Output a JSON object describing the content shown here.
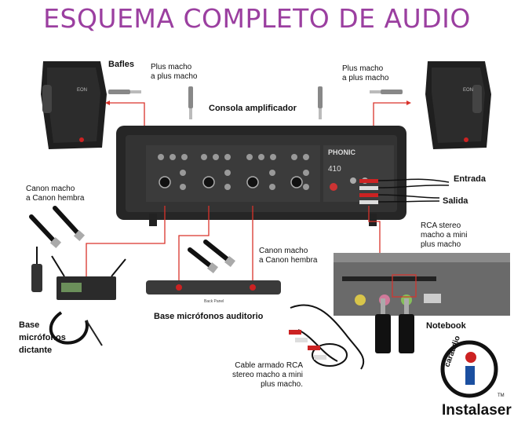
{
  "title": "ESQUEMA COMPLETO DE AUDIO",
  "labels": {
    "bafles": "Bafles",
    "plus_left_1": "Plus macho",
    "plus_left_2": "a plus macho",
    "plus_right_1": "Plus macho",
    "plus_right_2": "a plus macho",
    "consola": "Consola amplificador",
    "entrada": "Entrada",
    "salida": "Salida",
    "canon_left_1": "Canon macho",
    "canon_left_2": "a Canon hembra",
    "canon_mid_1": "Canon macho",
    "canon_mid_2": "a Canon hembra",
    "rca_1": "RCA stereo",
    "rca_2": "macho a mini",
    "rca_3": "plus macho",
    "base_dict_1": "Base",
    "base_dict_2": "micrófonos",
    "base_dict_3": "dictante",
    "base_auditorio": "Base micrófonos auditorio",
    "notebook": "Notebook",
    "cable_1": "Cable armado RCA",
    "cable_2": "stereo macho a mini",
    "cable_3": "plus macho.",
    "speaker_brand": "EON",
    "mixer_brand": "PHONIC",
    "mixer_model": "410",
    "back_panel": "Back Panel",
    "logo_text": "caraudio",
    "tm": "TM",
    "company": "Instalaser"
  },
  "colors": {
    "title": "#9b3fa0",
    "wire": "#d9332b",
    "device": "#2a2a2a"
  }
}
